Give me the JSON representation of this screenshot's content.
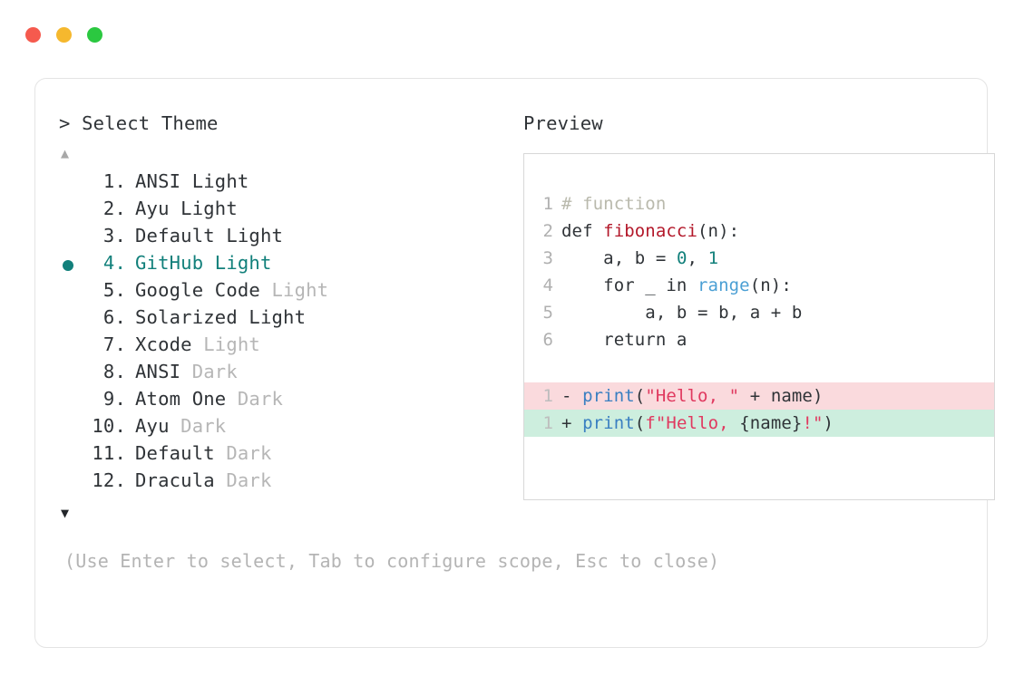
{
  "window": {
    "traffic_lights": [
      {
        "name": "close",
        "color": "#f55a4e"
      },
      {
        "name": "minimize",
        "color": "#f5b82e"
      },
      {
        "name": "maximize",
        "color": "#2bc840"
      }
    ]
  },
  "accent_color": "#12807b",
  "left": {
    "header": "> Select Theme",
    "scroll_up": "▲",
    "scroll_down": "▼",
    "selected_index": 4,
    "items": [
      {
        "num": " 1.",
        "name": "ANSI Light",
        "variant": ""
      },
      {
        "num": " 2.",
        "name": "Ayu Light",
        "variant": ""
      },
      {
        "num": " 3.",
        "name": "Default Light",
        "variant": ""
      },
      {
        "num": " 4.",
        "name": "GitHub Light",
        "variant": ""
      },
      {
        "num": " 5.",
        "name": "Google Code",
        "variant": " Light"
      },
      {
        "num": " 6.",
        "name": "Solarized Light",
        "variant": ""
      },
      {
        "num": " 7.",
        "name": "Xcode",
        "variant": " Light"
      },
      {
        "num": " 8.",
        "name": "ANSI",
        "variant": " Dark"
      },
      {
        "num": " 9.",
        "name": "Atom One",
        "variant": " Dark"
      },
      {
        "num": "10.",
        "name": "Ayu",
        "variant": " Dark"
      },
      {
        "num": "11.",
        "name": "Default",
        "variant": " Dark"
      },
      {
        "num": "12.",
        "name": "Dracula",
        "variant": " Dark"
      }
    ]
  },
  "right": {
    "label": "Preview",
    "code_lines": [
      {
        "ln": "1",
        "tokens": [
          {
            "t": "# function",
            "c": "comment"
          }
        ]
      },
      {
        "ln": "2",
        "tokens": [
          {
            "t": "def ",
            "c": "plain"
          },
          {
            "t": "fibonacci",
            "c": "func"
          },
          {
            "t": "(n):",
            "c": "plain"
          }
        ]
      },
      {
        "ln": "3",
        "tokens": [
          {
            "t": "    a, b = ",
            "c": "plain"
          },
          {
            "t": "0",
            "c": "num"
          },
          {
            "t": ", ",
            "c": "plain"
          },
          {
            "t": "1",
            "c": "num"
          }
        ]
      },
      {
        "ln": "4",
        "tokens": [
          {
            "t": "    for _ in ",
            "c": "plain"
          },
          {
            "t": "range",
            "c": "builtin"
          },
          {
            "t": "(n):",
            "c": "plain"
          }
        ]
      },
      {
        "ln": "5",
        "tokens": [
          {
            "t": "        a, b = b, a + b",
            "c": "plain"
          }
        ]
      },
      {
        "ln": "6",
        "tokens": [
          {
            "t": "    return a",
            "c": "plain"
          }
        ]
      }
    ],
    "diff_lines": [
      {
        "ln": "1",
        "sign": "-",
        "kind": "del",
        "tokens": [
          {
            "t": "print",
            "c": "print"
          },
          {
            "t": "(",
            "c": "plain"
          },
          {
            "t": "\"Hello, \"",
            "c": "str"
          },
          {
            "t": " + name)",
            "c": "plain"
          }
        ]
      },
      {
        "ln": "1",
        "sign": "+",
        "kind": "add",
        "tokens": [
          {
            "t": "print",
            "c": "print"
          },
          {
            "t": "(",
            "c": "plain"
          },
          {
            "t": "f\"Hello, ",
            "c": "str"
          },
          {
            "t": "{name}",
            "c": "plain"
          },
          {
            "t": "!\"",
            "c": "str"
          },
          {
            "t": ")",
            "c": "plain"
          }
        ]
      }
    ]
  },
  "footer": {
    "hint": "(Use Enter to select, Tab to configure scope, Esc to close)"
  }
}
